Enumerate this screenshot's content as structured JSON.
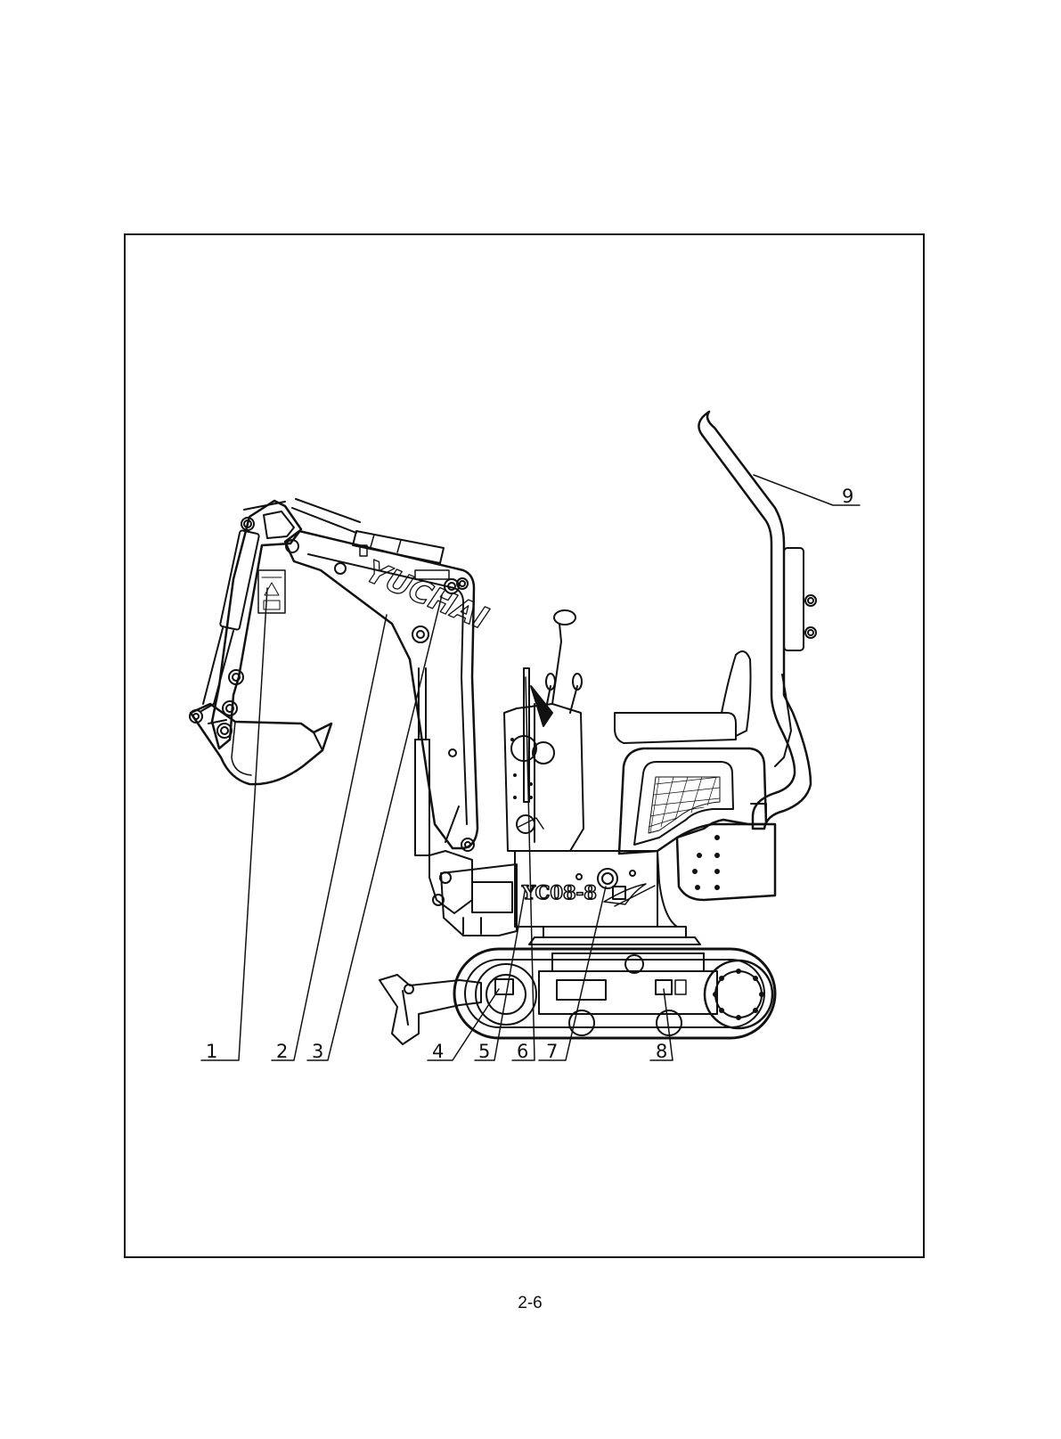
{
  "figure": {
    "brand_decal": "YUCHAI",
    "model_decal": "YC08-8",
    "callouts": [
      "1",
      "2",
      "3",
      "4",
      "5",
      "6",
      "7",
      "8",
      "9"
    ]
  },
  "page_number": "2-6"
}
